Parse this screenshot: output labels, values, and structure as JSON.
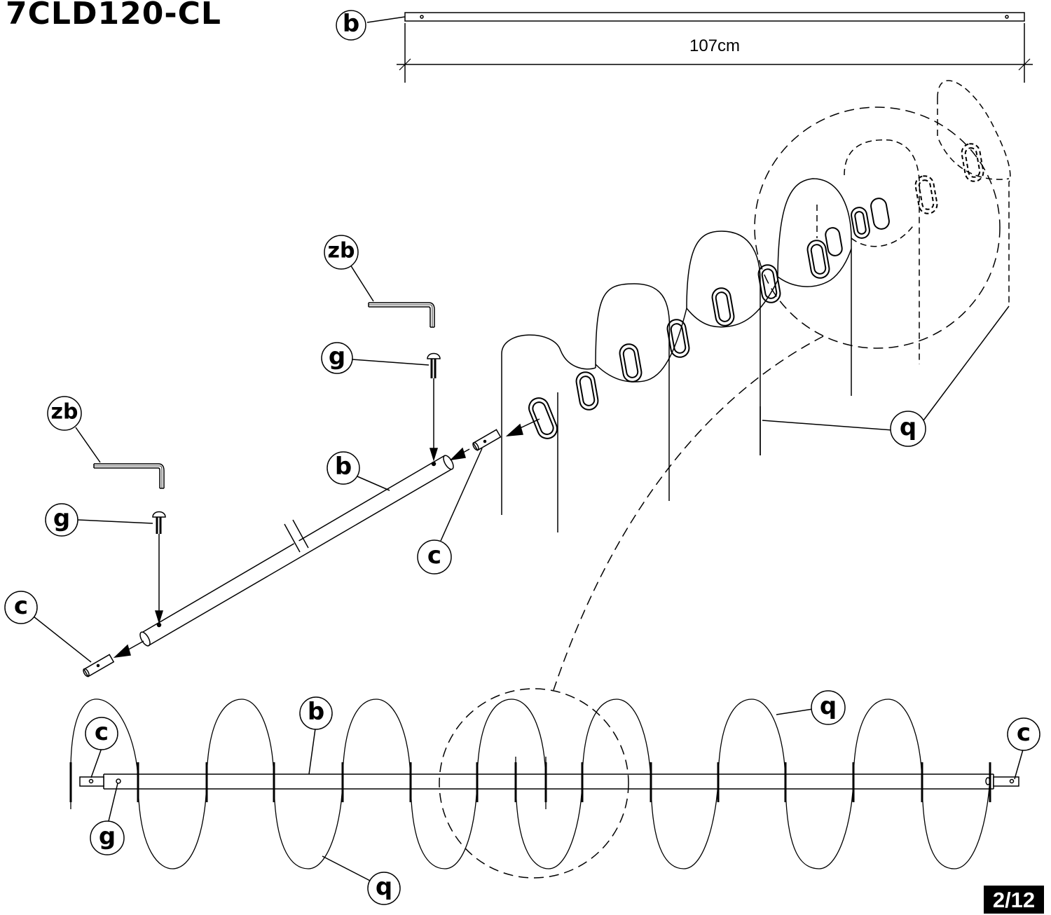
{
  "header": {
    "model_code": "7CLD120-CL"
  },
  "page": {
    "number": "2/12"
  },
  "dimension": {
    "rod_length": "107cm"
  },
  "part_labels": {
    "b": "b",
    "c": "c",
    "g": "g",
    "q": "q",
    "zb": "zb"
  },
  "colors": {
    "ink": "#000000",
    "paper": "#ffffff"
  }
}
